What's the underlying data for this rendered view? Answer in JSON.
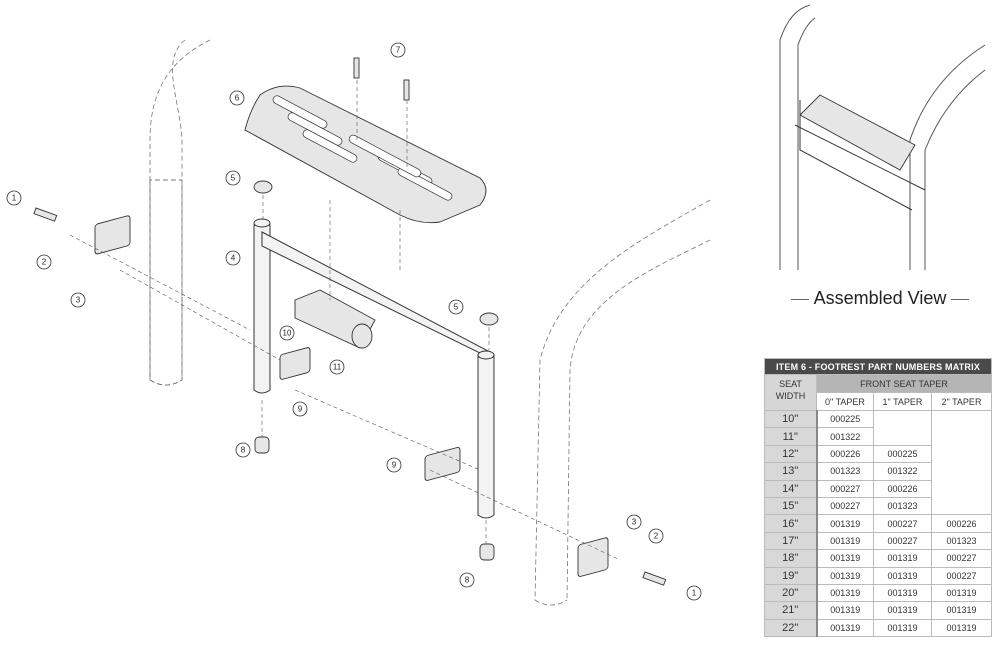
{
  "callouts": [
    {
      "id": "c1a",
      "label": "1"
    },
    {
      "id": "c2a",
      "label": "2"
    },
    {
      "id": "c3a",
      "label": "3"
    },
    {
      "id": "c4",
      "label": "4"
    },
    {
      "id": "c5a",
      "label": "5"
    },
    {
      "id": "c6",
      "label": "6"
    },
    {
      "id": "c7",
      "label": "7"
    },
    {
      "id": "c5b",
      "label": "5"
    },
    {
      "id": "c10",
      "label": "10"
    },
    {
      "id": "c11",
      "label": "11"
    },
    {
      "id": "c9a",
      "label": "9"
    },
    {
      "id": "c8a",
      "label": "8"
    },
    {
      "id": "c9b",
      "label": "9"
    },
    {
      "id": "c3b",
      "label": "3"
    },
    {
      "id": "c2b",
      "label": "2"
    },
    {
      "id": "c1b",
      "label": "1"
    },
    {
      "id": "c8b",
      "label": "8"
    }
  ],
  "assembled_view_label": "Assembled View",
  "matrix": {
    "title": "ITEM 6 - FOOTREST PART NUMBERS MATRIX",
    "seat_width_header": "SEAT WIDTH",
    "group_header": "FRONT SEAT TAPER",
    "columns": [
      "0\" TAPER",
      "1\" TAPER",
      "2\" TAPER"
    ],
    "rows": [
      {
        "width": "10\"",
        "values": [
          "000225",
          null,
          null
        ]
      },
      {
        "width": "11\"",
        "values": [
          "001322",
          null,
          null
        ]
      },
      {
        "width": "12\"",
        "values": [
          "000226",
          "000225",
          null
        ]
      },
      {
        "width": "13\"",
        "values": [
          "001323",
          "001322",
          null
        ]
      },
      {
        "width": "14\"",
        "values": [
          "000227",
          "000226",
          null
        ]
      },
      {
        "width": "15\"",
        "values": [
          "000227",
          "001323",
          null
        ]
      },
      {
        "width": "16\"",
        "values": [
          "001319",
          "000227",
          "000226"
        ]
      },
      {
        "width": "17\"",
        "values": [
          "001319",
          "000227",
          "001323"
        ]
      },
      {
        "width": "18\"",
        "values": [
          "001319",
          "001319",
          "000227"
        ]
      },
      {
        "width": "19\"",
        "values": [
          "001319",
          "001319",
          "000227"
        ]
      },
      {
        "width": "20\"",
        "values": [
          "001319",
          "001319",
          "001319"
        ]
      },
      {
        "width": "21\"",
        "values": [
          "001319",
          "001319",
          "001319"
        ]
      },
      {
        "width": "22\"",
        "values": [
          "001319",
          "001319",
          "001319"
        ]
      }
    ]
  }
}
